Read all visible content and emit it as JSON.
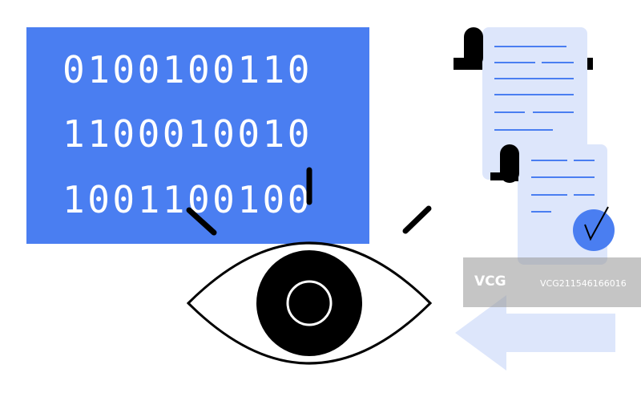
{
  "binary": {
    "rows": [
      "0100100110",
      "1100010010",
      "1001100100"
    ]
  },
  "colors": {
    "accent": "#4a7ef1",
    "light_blue": "#dde6fb",
    "line_blue": "#4a7ef1",
    "ink": "#000000",
    "background": "#ffffff"
  },
  "icons": [
    "binary-code-screen",
    "eye-icon",
    "document-scroll-icon",
    "checkmark-badge-icon",
    "arrow-left-icon"
  ],
  "watermark": {
    "logo": "VCG",
    "id": "VCG211546166016"
  }
}
